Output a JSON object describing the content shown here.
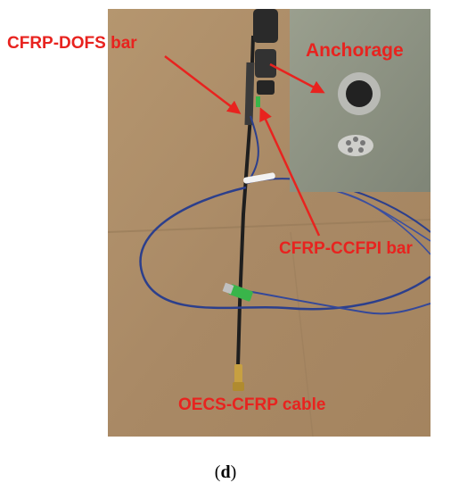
{
  "labels": {
    "dofs_bar": "CFRP-DOFS bar",
    "anchorage": "Anchorage",
    "ccfpi_bar": "CFRP-CCFPI bar",
    "oecs_cable": "OECS-CFRP cable"
  },
  "caption": {
    "open": "(",
    "letter": "d",
    "close": ")"
  },
  "colors": {
    "label_red": "#e8231f",
    "cardboard": "#b08f68",
    "inset_bg": "#8e9482",
    "fiber_blue": "#2c3f8c",
    "connector_green": "#39b54a"
  }
}
